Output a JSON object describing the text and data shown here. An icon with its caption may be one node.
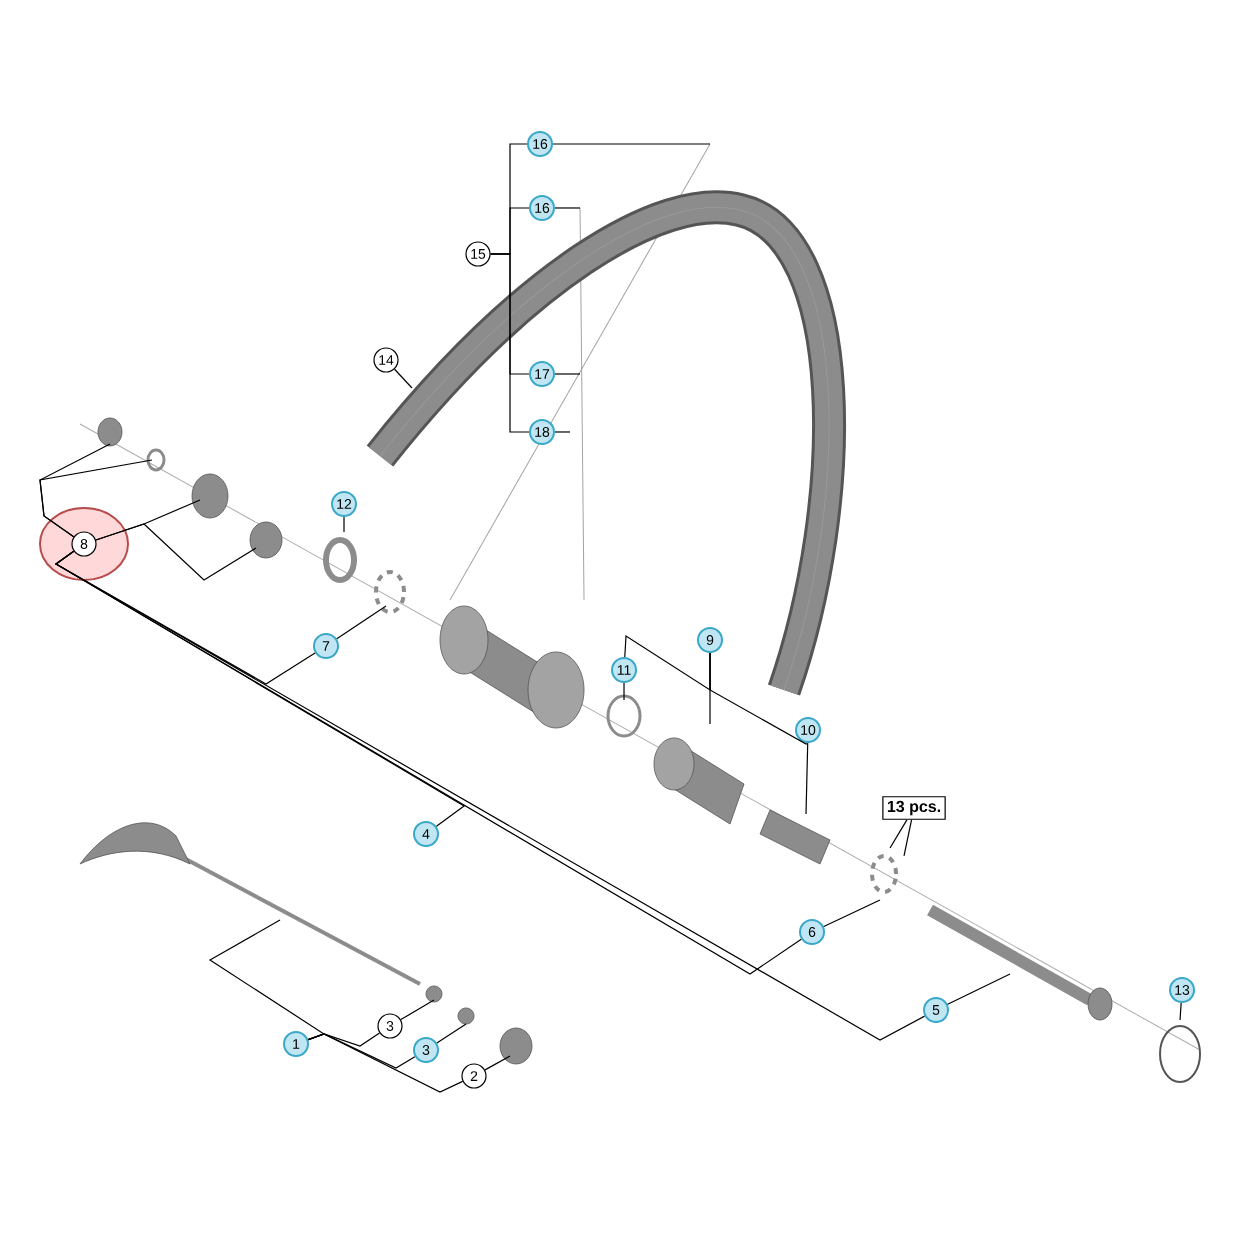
{
  "diagram": {
    "nodes": [
      {
        "text": [
          "16"
        ]
      },
      {
        "text": [
          "16"
        ]
      },
      {
        "text": [
          "15"
        ]
      },
      {
        "text": [
          "14"
        ]
      },
      {
        "text": [
          "17"
        ]
      },
      {
        "text": [
          "18"
        ]
      },
      {
        "text": [
          "12"
        ]
      },
      {
        "text": [
          "8"
        ]
      },
      {
        "text": [
          "7"
        ]
      },
      {
        "text": [
          "9"
        ]
      },
      {
        "text": [
          "11"
        ]
      },
      {
        "text": [
          "10"
        ]
      },
      {
        "text": [
          "13 pcs."
        ]
      },
      {
        "text": [
          "4"
        ]
      },
      {
        "text": [
          "6"
        ]
      },
      {
        "text": [
          "13"
        ]
      },
      {
        "text": [
          "5"
        ]
      },
      {
        "text": [
          "1"
        ]
      },
      {
        "text": [
          "3"
        ]
      },
      {
        "text": [
          "3"
        ]
      },
      {
        "text": [
          "2"
        ]
      }
    ],
    "edges": [
      {
        "from": 0,
        "to": null,
        "arrow": "none"
      },
      {
        "from": 1,
        "to": null,
        "arrow": "none"
      },
      {
        "from": 2,
        "to": 0,
        "arrow": "none"
      },
      {
        "from": 2,
        "to": 1,
        "arrow": "none"
      },
      {
        "from": 2,
        "to": 4,
        "arrow": "none"
      },
      {
        "from": 2,
        "to": 5,
        "arrow": "none"
      },
      {
        "from": 4,
        "to": null,
        "arrow": "none"
      },
      {
        "from": 5,
        "to": null,
        "arrow": "none"
      },
      {
        "from": 3,
        "to": null,
        "arrow": "none"
      },
      {
        "from": 6,
        "to": null,
        "arrow": "none"
      },
      {
        "from": 7,
        "to": null,
        "arrow": "none"
      },
      {
        "from": 7,
        "to": null,
        "arrow": "none"
      },
      {
        "from": 7,
        "to": null,
        "arrow": "none"
      },
      {
        "from": 7,
        "to": null,
        "arrow": "none"
      },
      {
        "from": 7,
        "to": 8,
        "arrow": "none"
      },
      {
        "from": 7,
        "to": 13,
        "arrow": "none"
      },
      {
        "from": 7,
        "to": 14,
        "arrow": "none"
      },
      {
        "from": 7,
        "to": 16,
        "arrow": "none"
      },
      {
        "from": 8,
        "to": null,
        "arrow": "none"
      },
      {
        "from": 9,
        "to": null,
        "arrow": "none"
      },
      {
        "from": 9,
        "to": 10,
        "arrow": "none"
      },
      {
        "from": 9,
        "to": 11,
        "arrow": "none"
      },
      {
        "from": 10,
        "to": null,
        "arrow": "none"
      },
      {
        "from": 11,
        "to": null,
        "arrow": "none"
      },
      {
        "from": 12,
        "to": null,
        "arrow": "none"
      },
      {
        "from": 12,
        "to": null,
        "arrow": "none"
      },
      {
        "from": 14,
        "to": null,
        "arrow": "none"
      },
      {
        "from": 15,
        "to": null,
        "arrow": "none"
      },
      {
        "from": 16,
        "to": null,
        "arrow": "none"
      },
      {
        "from": 17,
        "to": null,
        "arrow": "none"
      },
      {
        "from": 17,
        "to": 18,
        "arrow": "none"
      },
      {
        "from": 17,
        "to": 19,
        "arrow": "none"
      },
      {
        "from": 17,
        "to": 20,
        "arrow": "none"
      },
      {
        "from": 18,
        "to": null,
        "arrow": "none"
      },
      {
        "from": 19,
        "to": null,
        "arrow": "none"
      },
      {
        "from": 20,
        "to": null,
        "arrow": "none"
      }
    ]
  }
}
